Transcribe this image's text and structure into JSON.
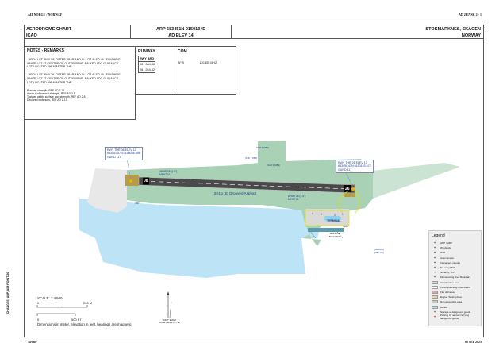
{
  "header": {
    "left": "AIP NORGE / NORWAY",
    "right": "AD 2 ENSK 2 - 1"
  },
  "title": {
    "chart": "AERODROME CHART",
    "icao": "ICAO",
    "arp": "ARP 683451N 0150134E",
    "elev": "AD ELEV 14",
    "location": "STOKMARKNES, SKAGEN",
    "country": "NORWAY"
  },
  "notes": {
    "heading": "NOTES - REMARKS",
    "items": [
      "- APCH LGT RWY 08: OUTER XBAR AND CL LGT ALSO LIL. FLASHING WHITE LGT AT CENTRE OF OUTER XBAR. BALKED LDG GUIDANCE LGT LOCATED 296 M AFTER THR.",
      "- APCH LGT RWY 26: OUTER XBAR AND CL LGT ALSO LIL. FLASHING WHITE LGT AT CENTRE OF OUTER XBAR. BALKED LDG GUIDANCE LGT LOCATED 296 M AFTER THR."
    ],
    "refs": [
      "Runway strength, REF AD 2.12",
      "Apron surface and strength, REF AD 2.8",
      "Taxiway width, surface and strength, REF AD 2.8",
      "Declared distances, REF AD 2.13"
    ]
  },
  "runway": {
    "heading": "RUNWAY",
    "col": "RWY BRG",
    "rows": [
      {
        "rwy": "08",
        "brg": "084.43"
      },
      {
        "rwy": "26",
        "brg": "264.42"
      }
    ]
  },
  "com": {
    "heading": "COM",
    "service": "AFIS",
    "freq": "120.455 MHZ"
  },
  "map": {
    "thr08": [
      "RWY THR 08 ELEV 10",
      "683451.07N 0150048.39E",
      "GUND 117"
    ],
    "thr26": [
      "RWY THR 26 ELEV 13",
      "683458.41N 0150153.47E",
      "GUND 117"
    ],
    "papi08": [
      "APAPI 08 (4.5°)",
      "MEHT 21"
    ],
    "papi26": [
      "APAPI 26 (4.5°)",
      "MEHT 25"
    ],
    "rwy_surface": "924 x 30 Grooved Asphalt",
    "rwy_num_08": "08",
    "rwy_num_26": "26",
    "sgm": [
      "SGM 4 (OBS)",
      "(CSF 1 OBS)",
      "SGM 3 (OBS)"
    ],
    "vdf": "VDF",
    "terminal": "TERMINAL",
    "twr": "TWR",
    "service_building": "SERVICE BUILDING",
    "stands": [
      "1",
      "2",
      "3",
      "4"
    ],
    "obs": [
      "(OBS AGL)",
      "(OBS AGL)"
    ]
  },
  "legend": {
    "title": "Legend",
    "items": [
      {
        "label": "ARP / HRP",
        "color": ""
      },
      {
        "label": "Windsock",
        "color": ""
      },
      {
        "label": "RVR",
        "color": ""
      },
      {
        "label": "Anemometer",
        "color": ""
      },
      {
        "label": "Instrument mounts",
        "color": ""
      },
      {
        "label": "No-entry RWY",
        "color": ""
      },
      {
        "label": "No-entry TWY",
        "color": ""
      },
      {
        "label": "Manoeuvring Area Boundary",
        "color": ""
      },
      {
        "label": "Construction area",
        "color": "#d8d8d8"
      },
      {
        "label": "Parking/docking chart extent",
        "color": "#ffffff"
      },
      {
        "label": "Fire drill area",
        "color": "#e8a0a8"
      },
      {
        "label": "Engine Testing Area",
        "color": "#ecd4a0"
      },
      {
        "label": "Non accessible area",
        "color": "#c8c8c8"
      },
      {
        "label": "De-Ice",
        "color": "#b8e0f4"
      },
      {
        "label": "Storage of dangerous goods",
        "color": ""
      },
      {
        "label": "Parking for aircraft carrying dangerous goods",
        "color": ""
      }
    ]
  },
  "scale": {
    "label": "SCALE: 1:4 500",
    "m0": "0",
    "m1": "200 M",
    "ft0": "0",
    "ft1": "500 FT",
    "note": "Dimensions in meter, elevation in feet, bearings are magnetic."
  },
  "north": {
    "var": "VAR 7° E 2020",
    "change": "Annual change 0.27° E"
  },
  "changes": "CHANGES: ARP, AIM POINT 26",
  "footer": {
    "left": "Avinor",
    "right": "08 SEP 2025"
  },
  "colors": {
    "land": "#a9d1b5",
    "water": "#bde3f6",
    "runway": "#4a4a4a",
    "apron": "#d9d9d9",
    "taxi": "#e8e800"
  }
}
